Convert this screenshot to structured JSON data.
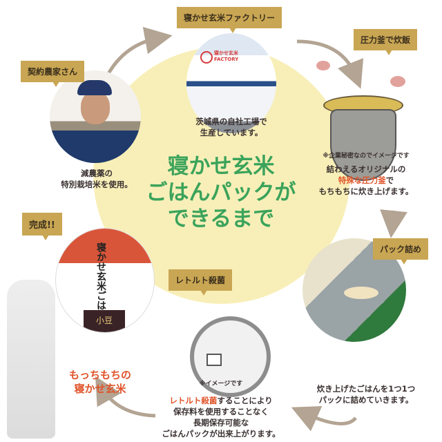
{
  "title": {
    "line1": "寝かせ玄米",
    "line2": "ごはんパックが",
    "line3": "できるまで"
  },
  "steps": {
    "factory": {
      "label": "寝かせ玄米ファクトリー",
      "sign_line1": "寝かせ玄米",
      "sign_line2": "FACTORY",
      "desc1": "茨城県の自社工場で",
      "desc2": "生産しています。"
    },
    "pressure": {
      "label": "圧力釜で炊飯",
      "note": "※企業秘密なのでイメージです",
      "desc1": "結わえるオリジナルの",
      "desc2_highlight": "特殊な圧力釜",
      "desc2_rest": "で",
      "desc3": "もちもちに炊き上げます。"
    },
    "farmer": {
      "label": "契約農家さん",
      "desc1": "減農薬の",
      "desc2": "特別栽培米を使用。"
    },
    "packing": {
      "label": "パック詰め",
      "desc1": "炊き上げたごはんを1つ1つ",
      "desc2": "パックに詰めていきます。"
    },
    "retort": {
      "label": "レトルト殺菌",
      "note": "※イメージです",
      "desc1_highlight": "レトルト殺菌",
      "desc1_rest": "することにより",
      "desc2": "保存料を使用することなく",
      "desc3": "長期保存可能な",
      "desc4": "ごはんパックが出来上がります。"
    },
    "complete": {
      "label": "完成!!",
      "pack_text": "寝かせ玄米ごはん",
      "pack_flavor": "小豆",
      "desc1": "もっちもちの",
      "desc2": "寝かせ玄米"
    }
  },
  "colors": {
    "title_green": "#3ba35b",
    "highlight": "#e0542a",
    "tag": "#c9a653",
    "circle": "#f8efb8",
    "arrow": "#b3a493"
  }
}
